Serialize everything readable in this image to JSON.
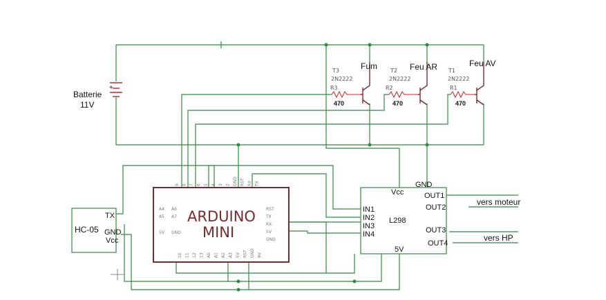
{
  "battery": {
    "plus": "+",
    "label": "Batterie",
    "voltage": "11V"
  },
  "loads": [
    "Fum",
    "Feu AR",
    "Feu AV"
  ],
  "resistors": [
    {
      "ref": "R3",
      "value": "470"
    },
    {
      "ref": "R2",
      "value": "470"
    },
    {
      "ref": "R1",
      "value": "470"
    }
  ],
  "transistors": [
    {
      "ref": "T3",
      "part": "2N2222"
    },
    {
      "ref": "T2",
      "part": "2N2222"
    },
    {
      "ref": "T1",
      "part": "2N2222"
    }
  ],
  "arduino": {
    "title": "ARDUINO",
    "subtitle": "MINI",
    "top_pins": [
      "9",
      "8",
      "7",
      "6",
      "5",
      "4",
      "3",
      "2",
      "GND",
      "RST",
      "RX",
      "TX"
    ],
    "bottom_pins": [
      "10",
      "11",
      "12",
      "13",
      "A0",
      "A1",
      "A2",
      "A3",
      "5V",
      "RST",
      "GND",
      "9V"
    ],
    "left_pins": [
      "A4",
      "A6",
      "A5",
      "A7",
      "5V",
      "GND"
    ],
    "right_pins": [
      "RST",
      "TX",
      "RX",
      "5V",
      "GND"
    ]
  },
  "hc05": {
    "label": "HC-05",
    "pins": [
      "TX",
      "GND",
      "Vcc"
    ]
  },
  "l298": {
    "title": "L298",
    "vcc": "Vcc",
    "gnd": "GND",
    "v5": "5V",
    "inputs": [
      "IN1",
      "IN2",
      "IN3",
      "IN4"
    ],
    "outputs": [
      "OUT1",
      "OUT2",
      "OUT3",
      "OUT4"
    ]
  },
  "notes": {
    "motor": "vers moteur",
    "speaker": "vers HP"
  }
}
